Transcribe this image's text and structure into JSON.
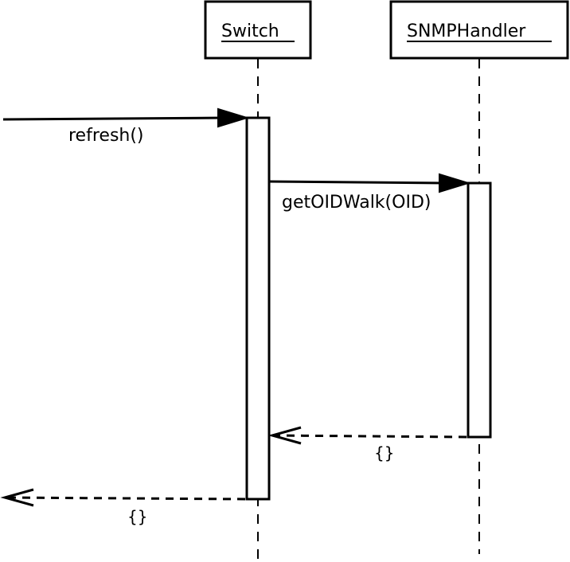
{
  "participants": {
    "switch": {
      "name": "Switch"
    },
    "snmp": {
      "name": "SNMPHandler"
    }
  },
  "messages": {
    "refresh": "refresh()",
    "get_oid_walk": "getOIDWalk(OID)"
  },
  "returns": {
    "snmp_to_switch": "{}",
    "switch_to_caller": "{}"
  }
}
